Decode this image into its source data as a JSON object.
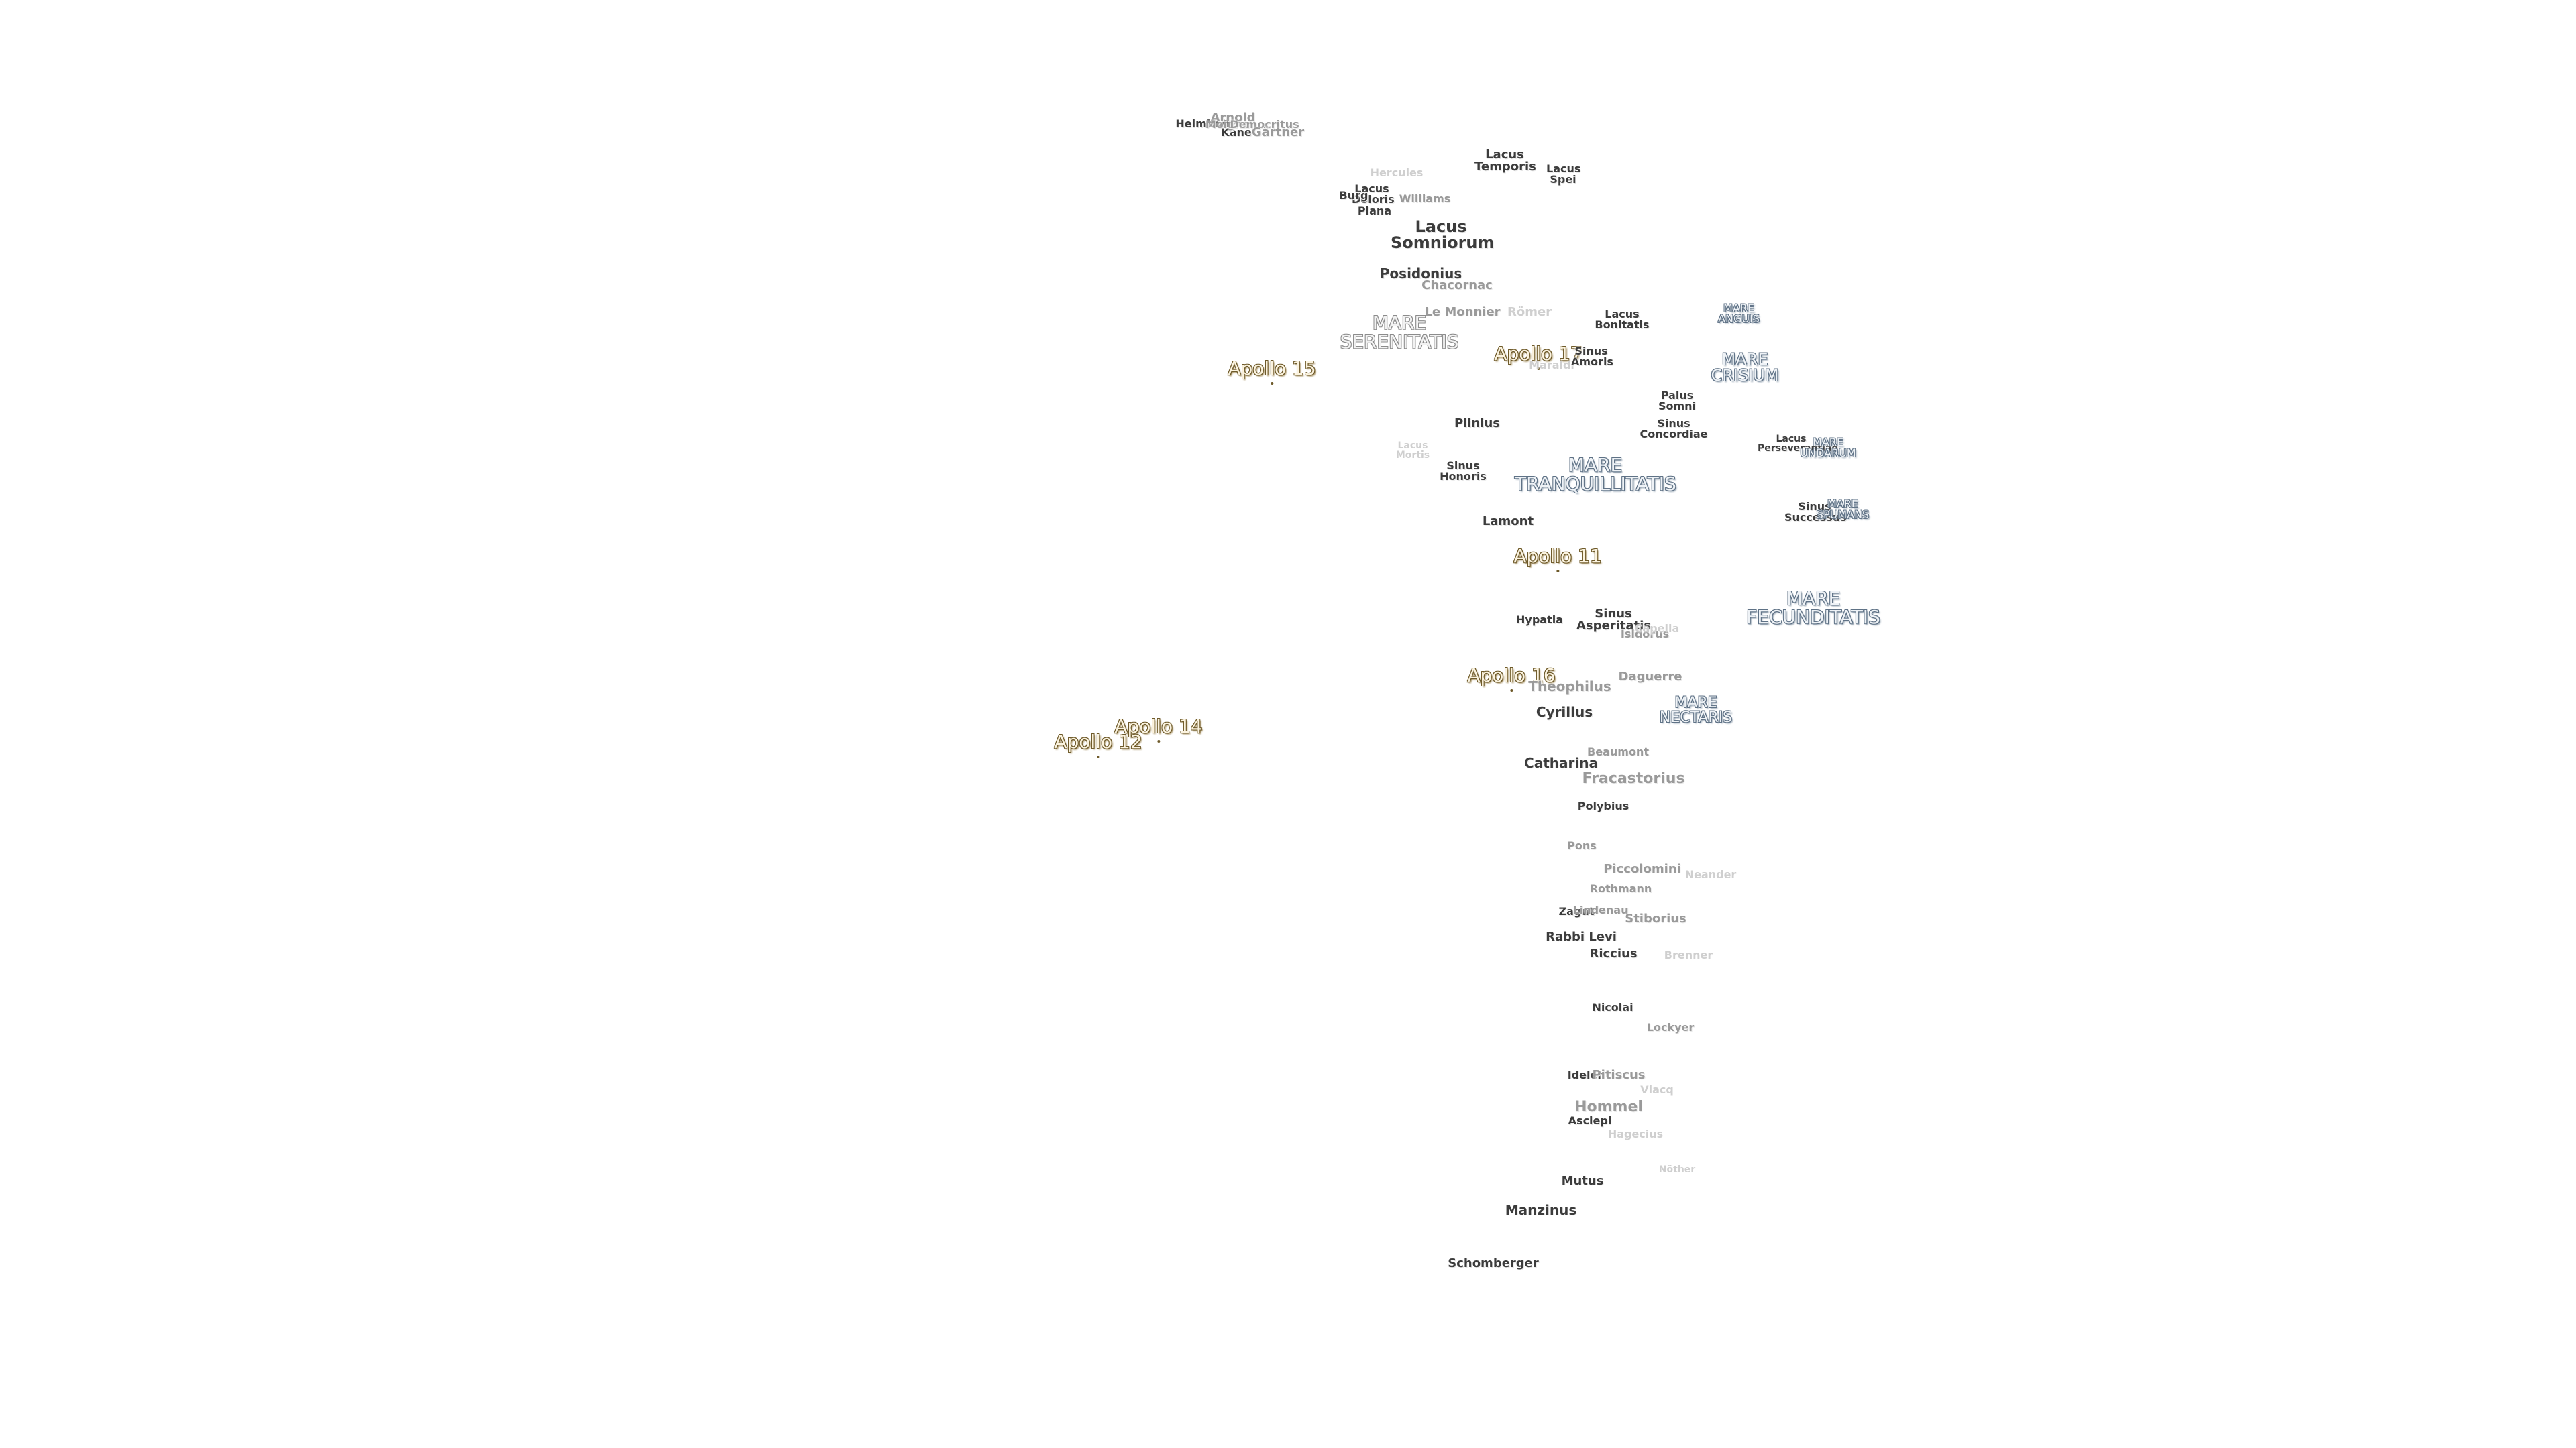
{
  "map": {
    "labels": [
      {
        "text": "Helmholtz",
        "style": "dark",
        "size": 16
      },
      {
        "text": "Arnold",
        "style": "gray",
        "size": 18
      },
      {
        "text": "Kane",
        "style": "dark",
        "size": 16
      },
      {
        "text": "Moigno",
        "style": "gray",
        "size": 16
      },
      {
        "text": "Democritus",
        "style": "gray",
        "size": 16
      },
      {
        "text": "Gärtner",
        "style": "gray",
        "size": 18
      },
      {
        "text": "Hercules",
        "style": "faint",
        "size": 16
      },
      {
        "text": "Lacus Temporis",
        "style": "dark",
        "size": 18
      },
      {
        "text": "Lacus Spei",
        "style": "dark",
        "size": 16
      },
      {
        "text": "Lacus Doloris",
        "style": "dark",
        "size": 16
      },
      {
        "text": "Burg",
        "style": "dark",
        "size": 16
      },
      {
        "text": "Plana",
        "style": "dark",
        "size": 16
      },
      {
        "text": "Williams",
        "style": "gray",
        "size": 16
      },
      {
        "text": "Lacus Somniorum",
        "style": "dark",
        "size": 24
      },
      {
        "text": "Posidonius",
        "style": "dark",
        "size": 20
      },
      {
        "text": "Chacornac",
        "style": "gray",
        "size": 18
      },
      {
        "text": "Le Monnier",
        "style": "gray",
        "size": 18
      },
      {
        "text": "Römer",
        "style": "faint",
        "size": 18
      },
      {
        "text": "Lacus Bonitatis",
        "style": "dark",
        "size": 16
      },
      {
        "text": "MARE ANGUIS",
        "style": "mare",
        "size": 16
      },
      {
        "text": "MARE SERENITATIS",
        "style": "mare-gray",
        "size": 28
      },
      {
        "text": "Apollo 17",
        "style": "apollo",
        "size": 28
      },
      {
        "text": "Maraldi",
        "style": "faint",
        "size": 16
      },
      {
        "text": "Sinus Amoris",
        "style": "dark",
        "size": 16
      },
      {
        "text": "MARE CRISIUM",
        "style": "mare",
        "size": 24
      },
      {
        "text": "Apollo 15",
        "style": "apollo",
        "size": 28
      },
      {
        "text": "Palus Somni",
        "style": "dark",
        "size": 16
      },
      {
        "text": "Sinus Concordiae",
        "style": "dark",
        "size": 16
      },
      {
        "text": "Plinius",
        "style": "dark",
        "size": 18
      },
      {
        "text": "Lacus Perseverantiae",
        "style": "dark",
        "size": 14
      },
      {
        "text": "MARE UNDARUM",
        "style": "mare",
        "size": 16
      },
      {
        "text": "Lacus Mortis",
        "style": "faint",
        "size": 14
      },
      {
        "text": "MARE TRANQUILLITATIS",
        "style": "mare",
        "size": 28
      },
      {
        "text": "Sinus Honoris",
        "style": "dark",
        "size": 16
      },
      {
        "text": "Sinus Successus",
        "style": "dark",
        "size": 16
      },
      {
        "text": "MARE SPUMANS",
        "style": "mare",
        "size": 16
      },
      {
        "text": "Lamont",
        "style": "dark",
        "size": 18
      },
      {
        "text": "Apollo 11",
        "style": "apollo",
        "size": 28
      },
      {
        "text": "MARE FECUNDITATIS",
        "style": "mare",
        "size": 28
      },
      {
        "text": "Sinus Asperitatis",
        "style": "dark",
        "size": 18
      },
      {
        "text": "Hypatia",
        "style": "dark",
        "size": 16
      },
      {
        "text": "Isidorus",
        "style": "gray",
        "size": 16
      },
      {
        "text": "Capella",
        "style": "faint",
        "size": 16
      },
      {
        "text": "Apollo 16",
        "style": "apollo",
        "size": 28
      },
      {
        "text": "Theophilus",
        "style": "gray",
        "size": 20
      },
      {
        "text": "Daguerre",
        "style": "gray",
        "size": 18
      },
      {
        "text": "MARE NECTARIS",
        "style": "mare",
        "size": 22
      },
      {
        "text": "Cyrillus",
        "style": "dark",
        "size": 20
      },
      {
        "text": "Apollo 14",
        "style": "apollo",
        "size": 28
      },
      {
        "text": "Apollo 12",
        "style": "apollo",
        "size": 28
      },
      {
        "text": "Beaumont",
        "style": "gray",
        "size": 16
      },
      {
        "text": "Catharina",
        "style": "dark",
        "size": 20
      },
      {
        "text": "Fracastorius",
        "style": "gray",
        "size": 22
      },
      {
        "text": "Polybius",
        "style": "dark",
        "size": 16
      },
      {
        "text": "Pons",
        "style": "gray",
        "size": 16
      },
      {
        "text": "Piccolomini",
        "style": "gray",
        "size": 18
      },
      {
        "text": "Neander",
        "style": "faint",
        "size": 16
      },
      {
        "text": "Rothmann",
        "style": "gray",
        "size": 16
      },
      {
        "text": "Zagut",
        "style": "dark",
        "size": 16
      },
      {
        "text": "Lindenau",
        "style": "gray",
        "size": 16
      },
      {
        "text": "Stiborius",
        "style": "gray",
        "size": 18
      },
      {
        "text": "Rabbi Levi",
        "style": "dark",
        "size": 18
      },
      {
        "text": "Riccius",
        "style": "dark",
        "size": 18
      },
      {
        "text": "Brenner",
        "style": "faint",
        "size": 16
      },
      {
        "text": "Nicolai",
        "style": "dark",
        "size": 16
      },
      {
        "text": "Lockyer",
        "style": "gray",
        "size": 16
      },
      {
        "text": "Ideler",
        "style": "dark",
        "size": 16
      },
      {
        "text": "Pitiscus",
        "style": "gray",
        "size": 18
      },
      {
        "text": "Vlacq",
        "style": "faint",
        "size": 16
      },
      {
        "text": "Hommel",
        "style": "gray",
        "size": 22
      },
      {
        "text": "Asclepi",
        "style": "dark",
        "size": 16
      },
      {
        "text": "Hagecius",
        "style": "faint",
        "size": 16
      },
      {
        "text": "Nöther",
        "style": "faint",
        "size": 14
      },
      {
        "text": "Mutus",
        "style": "dark",
        "size": 18
      },
      {
        "text": "Manzinus",
        "style": "dark",
        "size": 20
      },
      {
        "text": "Schomberger",
        "style": "dark",
        "size": 18
      }
    ]
  }
}
